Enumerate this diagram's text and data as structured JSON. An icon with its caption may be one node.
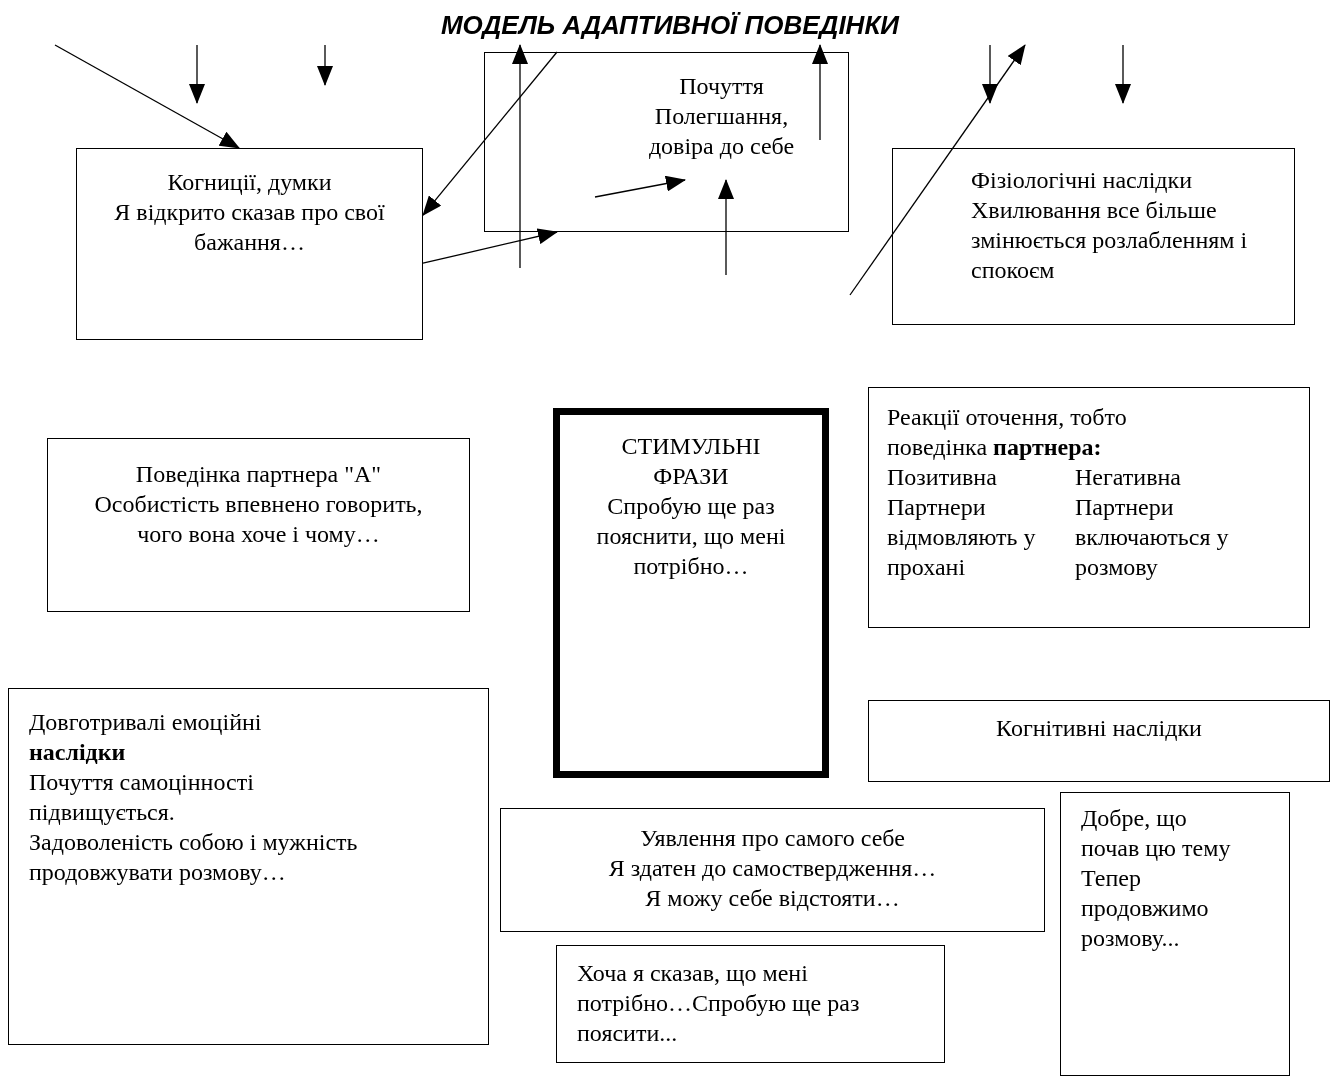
{
  "diagram": {
    "title": "МОДЕЛЬ АДАПТИВНОЇ ПОВЕДІНКИ",
    "nodes": [
      {
        "text": [
          "Почуття",
          "Полегшання, довіра до себе"
        ]
      },
      {
        "text": [
          "Когниції, думки",
          "Я відкрито сказав про свої бажання…"
        ]
      },
      {
        "text": [
          "Фізіологічні наслідки",
          "Хвилювання все більше змінюється розлабленням і спокоєм"
        ]
      },
      {
        "text": [
          "Поведінка партнера \"А\"",
          "Особистість впевнено говорить, чого вона хоче і чому…"
        ]
      },
      {
        "text": [
          "СТИМУЛЬНІ ФРАЗИ",
          "Спробую ще раз пояснити, що мені потрібно…"
        ]
      },
      {
        "text": [
          "Реакції оточення, тобто поведінка **партнера:**",
          "Позитивна",
          "Негативна",
          "Партнери відмовляють у прохані",
          "Партнери включаються у розмову"
        ]
      },
      {
        "text": [
          "Довготривалі емоційні **наслідки**",
          "Почуття самоцінності підвищується.",
          "Задоволеність собою і мужність продовжувати розмову…"
        ]
      },
      {
        "text": [
          "Когнітивні наслідки"
        ]
      },
      {
        "text": [
          "Добре, що почав цю тему",
          "Тепер продовжимо розмову..."
        ]
      },
      {
        "text": [
          "Уявлення про самого себе",
          "Я здатен до самоствердження…",
          "Я можу себе відстояти…"
        ]
      },
      {
        "text": [
          "Хоча я сказав, що мені потрібно…Спробую ще раз поясити..."
        ]
      }
    ],
    "edges": [
      {
        "from": null,
        "to": 1,
        "arrow": "to"
      },
      {
        "from": 0,
        "to": 1,
        "arrow": "to"
      },
      {
        "from": 1,
        "to": 0,
        "arrow": "to"
      }
    ]
  }
}
